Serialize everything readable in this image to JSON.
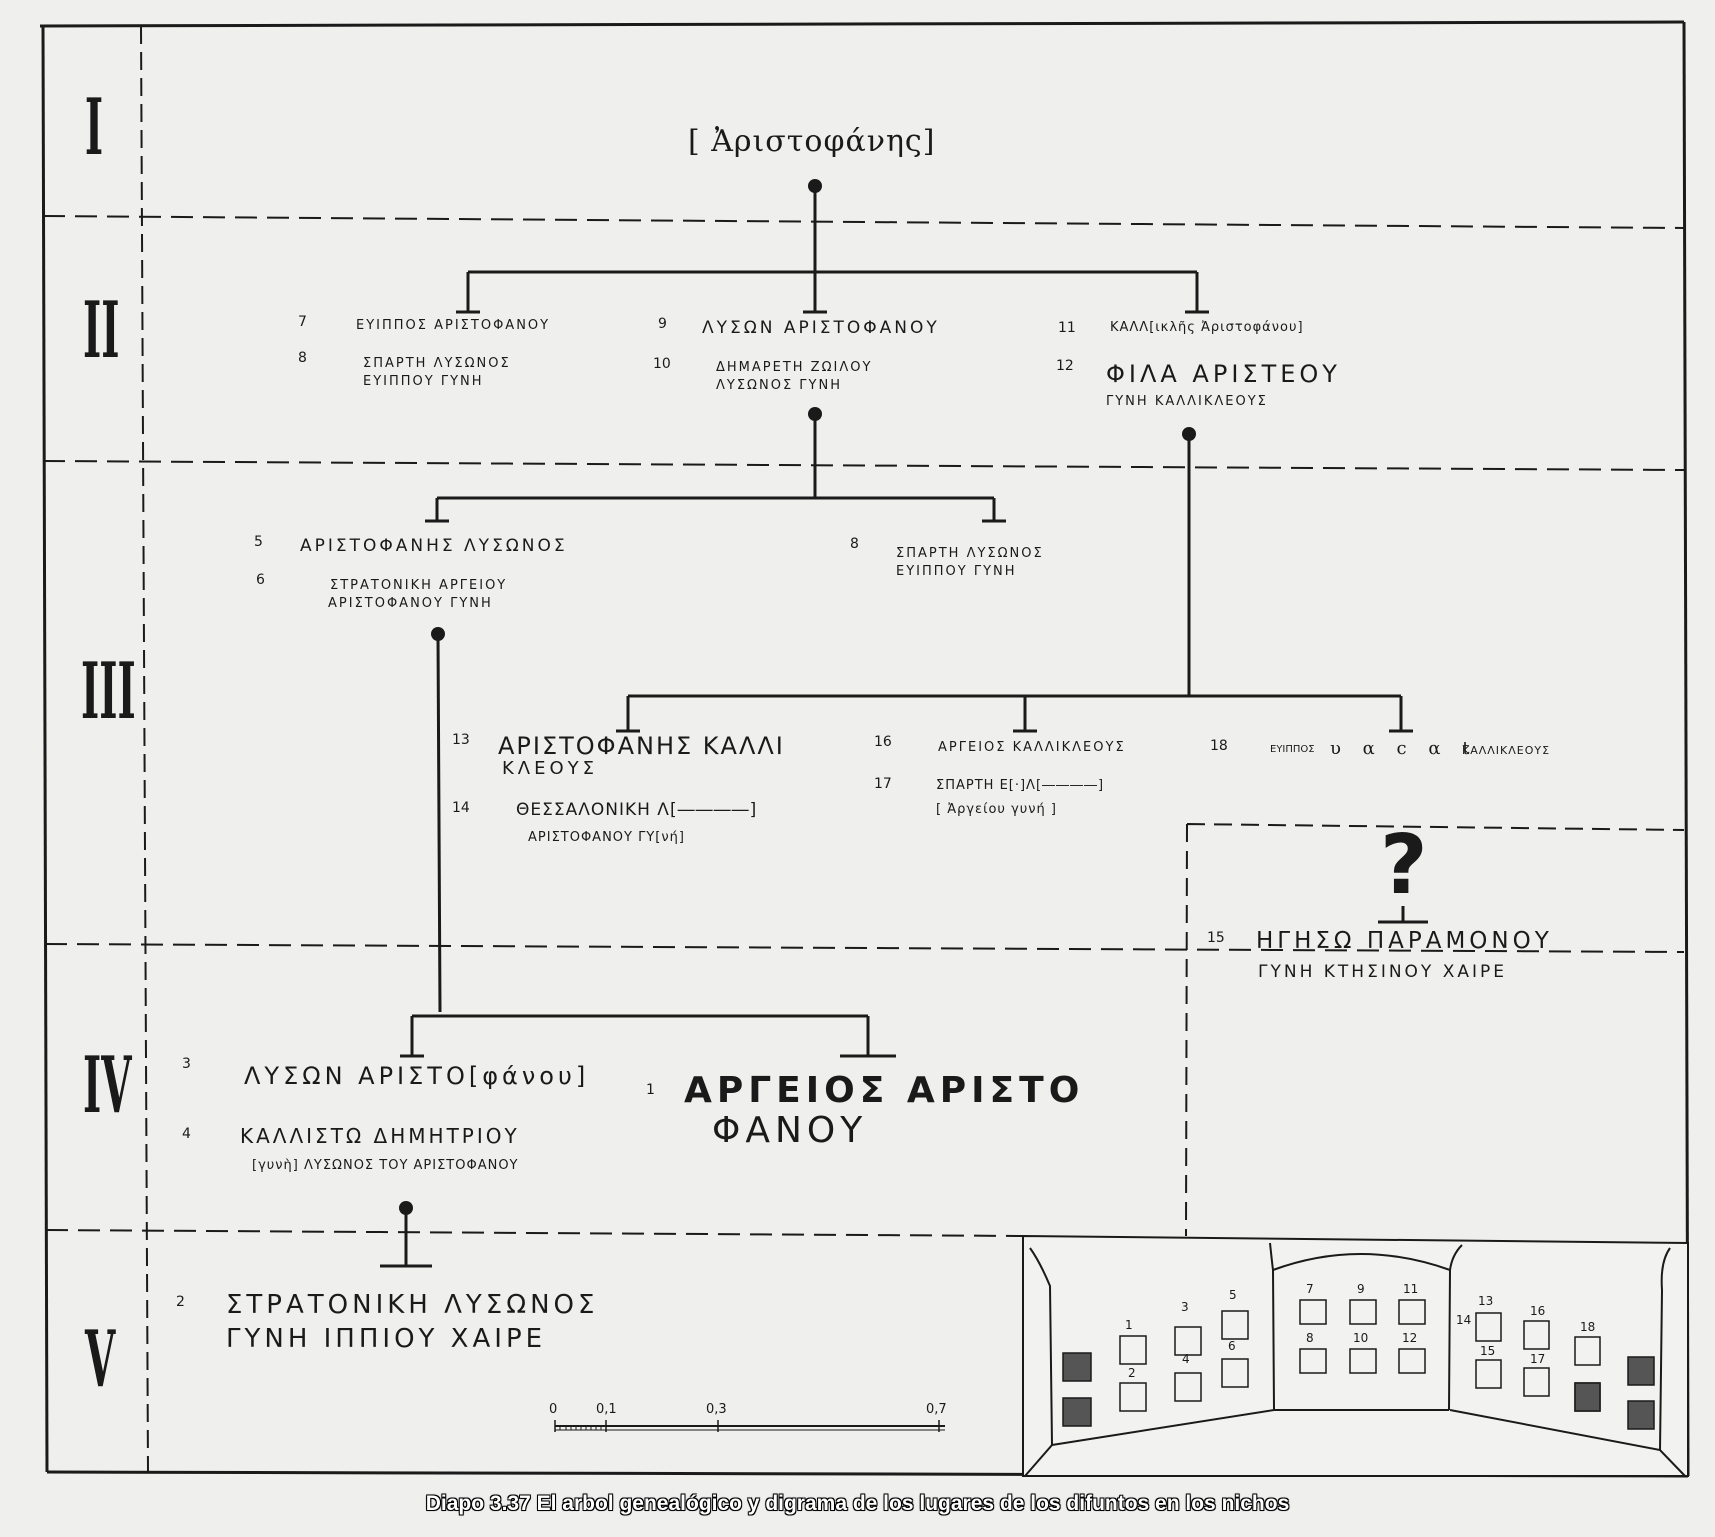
{
  "rows": [
    "I",
    "II",
    "III",
    "IV",
    "V"
  ],
  "root": {
    "name": "[ Ἀριστοφάνης]"
  },
  "entries": [
    {
      "id": "7",
      "text": "ΕΥΙΠΠΟΣ ΑΡΙΣΤΟΦΑΝΟΥ"
    },
    {
      "id": "8",
      "line1": "ΣΠΑΡΤΗ ΛΥΣΩΝΟΣ",
      "line2": "ΕΥΙΠΠΟΥ ΓΥΝΗ"
    },
    {
      "id": "9",
      "text": "ΛΥΣΩΝ ΑΡΙΣΤΟΦΑΝΟΥ"
    },
    {
      "id": "10",
      "line1": "ΔΗΜΑΡΕΤΗ ΖΩΙΛΟΥ",
      "line2": "ΛΥΣΩΝΟΣ ΓΥΝΗ"
    },
    {
      "id": "11",
      "text": "ΚΑΛΛ[ικλῆς Ἀριστοφάνου]"
    },
    {
      "id": "12",
      "line1": "ΦΙΛΑ ΑΡΙΣΤΕΟΥ",
      "line2": "ΓΥΝΗ ΚΑΛΛΙΚΛΕΟΥΣ"
    },
    {
      "id": "5",
      "text": "ΑΡΙΣΤΟΦΑΝΗΣ ΛΥΣΩΝΟΣ"
    },
    {
      "id": "6",
      "line1": "ΣΤΡΑΤΟΝΙΚΗ ΑΡΓΕΙΟΥ",
      "line2": "ΑΡΙΣΤΟΦΑΝΟΥ ΓΥΝΗ"
    },
    {
      "id": "8",
      "line1": "ΣΠΑΡΤΗ ΛΥΣΩΝΟΣ",
      "line2": "ΕΥΙΠΠΟΥ ΓΥΝΗ"
    },
    {
      "id": "13",
      "line1": "ΑΡΙΣΤΟΦΑΝΗΣ ΚΑΛΛΙ",
      "line2": "ΚΛΕΟΥΣ"
    },
    {
      "id": "14",
      "line1": "ΘΕΣΣΑΛΟΝΙΚΗ Λ[――――]",
      "line2": "ΑΡΙΣΤΟΦΑΝΟΥ ΓΥ[νή]"
    },
    {
      "id": "16",
      "text": "ΑΡΓΕΙΟΣ ΚΑΛΛΙΚΛΕΟΥΣ"
    },
    {
      "id": "17",
      "line1": "ΣΠΑΡΤΗ Ε[·]Λ[――――]",
      "line2": "[ Ἀργείου γυνή ]"
    },
    {
      "id": "18",
      "prefix": "ΕΥΙΠΠΟΣ",
      "vacat": "υ α c α t",
      "suffix": "ΚΑΛΛΙΚΛΕΟΥΣ"
    },
    {
      "id": "15",
      "line1": "ΗΓΗΣΩ ΠΑΡΑΜΟΝΟΥ",
      "line2": "ΓΥΝΗ ΚΤΗΣΙΝΟΥ ΧΑΙΡΕ"
    },
    {
      "id": "3",
      "text": "ΛΥΣΩΝ ΑΡΙΣΤΟ[φάνου]"
    },
    {
      "id": "4",
      "line1": "ΚΑΛΛΙΣΤΩ ΔΗΜΗΤΡΙΟΥ",
      "line2": "[γυνὴ] ΛΥΣΩΝΟΣ ΤΟΥ ΑΡΙΣΤΟΦΑΝΟΥ"
    },
    {
      "id": "1",
      "line1": "ΑΡΓΕΙΟΣ ΑΡΙΣΤΟ",
      "line2": "ΦΑΝΟΥ"
    },
    {
      "id": "2",
      "line1": "ΣΤΡΑΤΟΝΙΚΗ ΛΥΣΩΝΟΣ",
      "line2": "ΓΥΝΗ ΙΠΠΙΟΥ ΧΑΙΡΕ"
    }
  ],
  "question_mark": "?",
  "scale": {
    "labels": [
      "0",
      "0,1",
      "0,3",
      "0,7"
    ]
  },
  "niches": {
    "left_wall": [
      "1",
      "2",
      "3",
      "4",
      "5",
      "6"
    ],
    "back_wall": [
      "7",
      "8",
      "9",
      "10",
      "11",
      "12"
    ],
    "right_wall": [
      "13",
      "14",
      "15",
      "16",
      "17",
      "18"
    ]
  },
  "caption": "Diapo 3.37 El arbol genealógico y digrama de los lugares de los difuntos en los nichos"
}
